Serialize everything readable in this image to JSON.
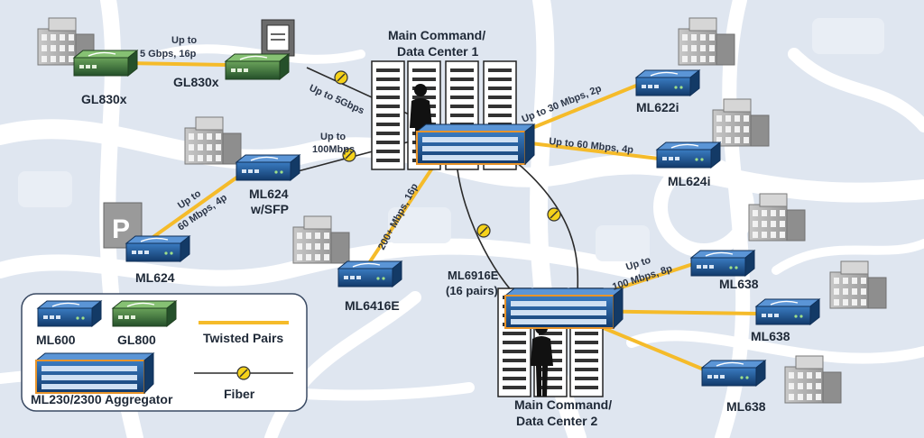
{
  "colors": {
    "twisted": "#f5bb2a",
    "fiber": "#2b2b2b",
    "device_blue": "#1d4f8c",
    "device_green": "#3f7f3a",
    "map_bg": "#dfe6f0",
    "road": "#ffffff"
  },
  "icons": [
    "building-icon",
    "server-rack-icon",
    "person-icon",
    "parking-icon",
    "router-icon",
    "fiber-connector-icon"
  ],
  "devices": {
    "gl830x_left": "GL830x",
    "gl830x_right": "GL830x",
    "ml624_sfp_1": "ML624",
    "ml624_sfp_2": "w/SFP",
    "ml624": "ML624",
    "ml6416e": "ML6416E",
    "ml622i": "ML622i",
    "ml624i": "ML624i",
    "ml638_a": "ML638",
    "ml638_b": "ML638",
    "ml638_c": "ML638",
    "ml6916e_1": "ML6916E",
    "ml6916e_2": "(16 pairs)"
  },
  "centers": {
    "dc1_line1": "Main Command/",
    "dc1_line2": "Data Center 1",
    "dc2_line1": "Main Command/",
    "dc2_line2": "Data Center 2"
  },
  "links": {
    "gl_up_to": "Up to",
    "gl_speed": "5 Gbps, 16p",
    "fiber_5g": "Up to  5Gbps",
    "fiber_100m_1": "Up to",
    "fiber_100m_2": "100Mbps",
    "ml624_up_to": "Up to",
    "ml624_speed": "60 Mbps, 4p",
    "ml6416_speed": "200+ Mbps, 16p",
    "ml622_speed": "Up to 30 Mbps, 2p",
    "ml624i_speed": "Up to 60 Mbps, 4p",
    "ml638_up_to": "Up to",
    "ml638_speed": "100 Mbps, 8p"
  },
  "legend": {
    "ml600": "ML600",
    "gl800": "GL800",
    "twisted_pairs": "Twisted Pairs",
    "aggregator": "ML230/2300 Aggregator",
    "fiber": "Fiber"
  }
}
